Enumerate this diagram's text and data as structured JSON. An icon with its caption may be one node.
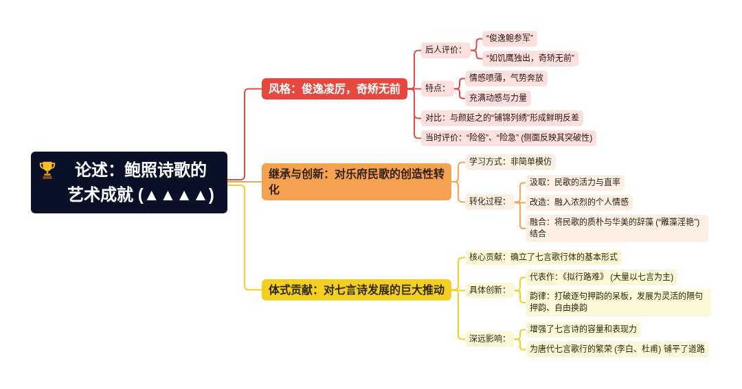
{
  "diagram": {
    "nodes": [
      {
        "text": [
          "论述：鲍照诗歌的艺术成就 (▲▲▲▲)"
        ]
      },
      {
        "text": [
          "风格：俊逸凌厉，奇矫无前"
        ]
      },
      {
        "text": [
          "后人评价："
        ]
      },
      {
        "text": [
          "“俊逸鲍参军”"
        ]
      },
      {
        "text": [
          "“如饥鹰独出，奇矫无前”"
        ]
      },
      {
        "text": [
          "特点："
        ]
      },
      {
        "text": [
          "情感喷薄，气势奔放"
        ]
      },
      {
        "text": [
          "充满动感与力量"
        ]
      },
      {
        "text": [
          "对比：与颜延之的“铺锦列绣”形成鲜明反差"
        ]
      },
      {
        "text": [
          "当时评价：“险俗”、“险急” (侧面反映其突破性)"
        ]
      },
      {
        "text": [
          "继承与创新：对乐府民歌的创造性转化"
        ]
      },
      {
        "text": [
          "学习方式：非简单模仿"
        ]
      },
      {
        "text": [
          "转化过程："
        ]
      },
      {
        "text": [
          "汲取：民歌的活力与直率"
        ]
      },
      {
        "text": [
          "改造：融入浓烈的个人情感"
        ]
      },
      {
        "text": [
          "融合：将民歌的质朴与华美的辞藻 (“雕藻淫艳”)结合"
        ]
      },
      {
        "text": [
          "体式贡献：对七言诗发展的巨大推动"
        ]
      },
      {
        "text": [
          "核心贡献：确立了七言歌行体的基本形式"
        ]
      },
      {
        "text": [
          "具体创新："
        ]
      },
      {
        "text": [
          "代表作：《拟行路难》 (大量以七言为主)"
        ]
      },
      {
        "text": [
          "韵律：打破逐句押韵的呆板，发展为灵活的隔句押韵、自由换韵"
        ]
      },
      {
        "text": [
          "深远影响："
        ]
      },
      {
        "text": [
          "增强了七言诗的容量和表现力"
        ]
      },
      {
        "text": [
          "为唐代七言歌行的繁荣 (李白、杜甫) 铺平了道路"
        ]
      }
    ],
    "edges": [
      {
        "from": 0,
        "to": 1,
        "arrow": "none",
        "color": "#e5483f"
      },
      {
        "from": 1,
        "to": 2,
        "arrow": "none",
        "color": "#e5483f"
      },
      {
        "from": 2,
        "to": 3,
        "arrow": "none",
        "color": "#e5483f"
      },
      {
        "from": 2,
        "to": 4,
        "arrow": "none",
        "color": "#e5483f"
      },
      {
        "from": 1,
        "to": 5,
        "arrow": "none",
        "color": "#e5483f"
      },
      {
        "from": 5,
        "to": 6,
        "arrow": "none",
        "color": "#e5483f"
      },
      {
        "from": 5,
        "to": 7,
        "arrow": "none",
        "color": "#e5483f"
      },
      {
        "from": 1,
        "to": 8,
        "arrow": "none",
        "color": "#e5483f"
      },
      {
        "from": 1,
        "to": 9,
        "arrow": "none",
        "color": "#e5483f"
      },
      {
        "from": 0,
        "to": 10,
        "arrow": "none",
        "color": "#f4a24f"
      },
      {
        "from": 10,
        "to": 11,
        "arrow": "none",
        "color": "#f4a24f"
      },
      {
        "from": 10,
        "to": 12,
        "arrow": "none",
        "color": "#f4a24f"
      },
      {
        "from": 12,
        "to": 13,
        "arrow": "none",
        "color": "#f4a24f"
      },
      {
        "from": 12,
        "to": 14,
        "arrow": "none",
        "color": "#f4a24f"
      },
      {
        "from": 12,
        "to": 15,
        "arrow": "none",
        "color": "#f4a24f"
      },
      {
        "from": 0,
        "to": 16,
        "arrow": "none",
        "color": "#f2cf22"
      },
      {
        "from": 16,
        "to": 17,
        "arrow": "none",
        "color": "#f2cf22"
      },
      {
        "from": 16,
        "to": 18,
        "arrow": "none",
        "color": "#f2cf22"
      },
      {
        "from": 18,
        "to": 19,
        "arrow": "none",
        "color": "#f2cf22"
      },
      {
        "from": 18,
        "to": 20,
        "arrow": "none",
        "color": "#f2cf22"
      },
      {
        "from": 16,
        "to": 21,
        "arrow": "none",
        "color": "#f2cf22"
      },
      {
        "from": 21,
        "to": 22,
        "arrow": "none",
        "color": "#f2cf22"
      },
      {
        "from": 21,
        "to": 23,
        "arrow": "none",
        "color": "#f2cf22"
      }
    ]
  }
}
